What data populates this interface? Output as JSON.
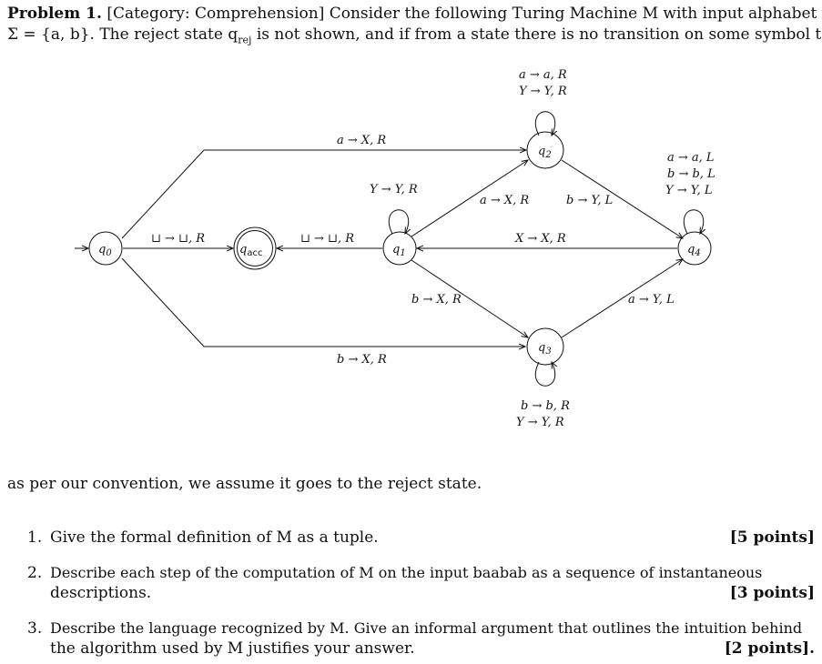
{
  "problem": {
    "number_label": "Problem 1.",
    "category": "[Category: Comprehension]",
    "intro_line1": "Consider the following Turing Machine M with input alphabet",
    "intro_line2": "Σ = {a, b}. The reject state q",
    "reject_sub": "rej",
    "intro_line2_rest": " is not shown, and if from a state there is no transition on some symbol then",
    "continuation": "as per our convention, we assume it goes to the reject state."
  },
  "diagram": {
    "states": {
      "q0": {
        "name": "q",
        "sub": "0"
      },
      "qacc": {
        "name": "q",
        "sub": "acc"
      },
      "q1": {
        "name": "q",
        "sub": "1"
      },
      "q2": {
        "name": "q",
        "sub": "2"
      },
      "q3": {
        "name": "q",
        "sub": "3"
      },
      "q4": {
        "name": "q",
        "sub": "4"
      }
    },
    "transitions": {
      "q0_q2": "a → X, R",
      "q0_q3": "b → X, R",
      "q0_qacc": "⊔ → ⊔, R",
      "q1_qacc": "⊔ → ⊔, R",
      "q1_loop": "Y → Y, R",
      "q1_q2": "a → X, R",
      "q1_q3": "b → X, R",
      "q2_loop_1": "a → a, R",
      "q2_loop_2": "Y → Y, R",
      "q2_q4": "b → Y, L",
      "q3_q4": "a → Y, L",
      "q3_loop_1": "b → b, R",
      "q3_loop_2": "Y → Y, R",
      "q4_loop_1": "a → a, L",
      "q4_loop_2": "b → b, L",
      "q4_loop_3": "Y → Y, L",
      "q4_q1": "X → X, R"
    }
  },
  "questions": [
    {
      "num": "1.",
      "line1": "Give the formal definition of M as a tuple.",
      "line2": "",
      "points": "[5 points]"
    },
    {
      "num": "2.",
      "line1": "Describe each step of the computation of M on the input baabab as a sequence of instantaneous",
      "line2": "descriptions.",
      "points": "[3 points]"
    },
    {
      "num": "3.",
      "line1": "Describe the language recognized by M. Give an informal argument that outlines the intuition behind",
      "line2": "the algorithm used by M justifies your answer.",
      "points": "[2 points]."
    }
  ]
}
